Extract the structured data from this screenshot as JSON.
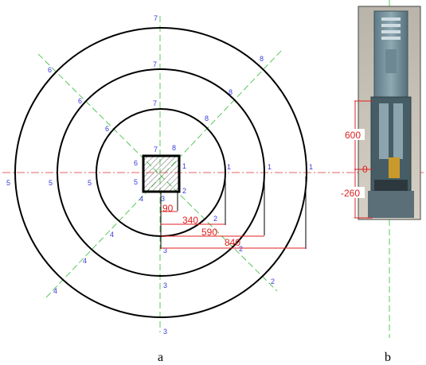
{
  "ring_labels": {
    "ring1": [
      "1",
      "2",
      "3",
      "4",
      "5",
      "6",
      "7",
      "8"
    ],
    "ring2": [
      "1",
      "2",
      "3",
      "4",
      "5",
      "6",
      "7",
      "8"
    ],
    "ring3": [
      "1",
      "2",
      "3",
      "4",
      "5",
      "6",
      "7",
      "8"
    ],
    "square": [
      "1",
      "2",
      "3",
      "4",
      "5",
      "6",
      "7",
      "8"
    ]
  },
  "dimensions": {
    "d1": "90",
    "d2": "340",
    "d3": "590",
    "d4": "840"
  },
  "heights": {
    "top": "600",
    "zero": "0",
    "bottom": "-260"
  },
  "captions": {
    "a": "a",
    "b": "b"
  },
  "colors": {
    "numbers": "#3a3ae0",
    "dimensions": "#e02020",
    "horizontal_axis": "#e03030",
    "vertical_axis": "#33bb33"
  }
}
